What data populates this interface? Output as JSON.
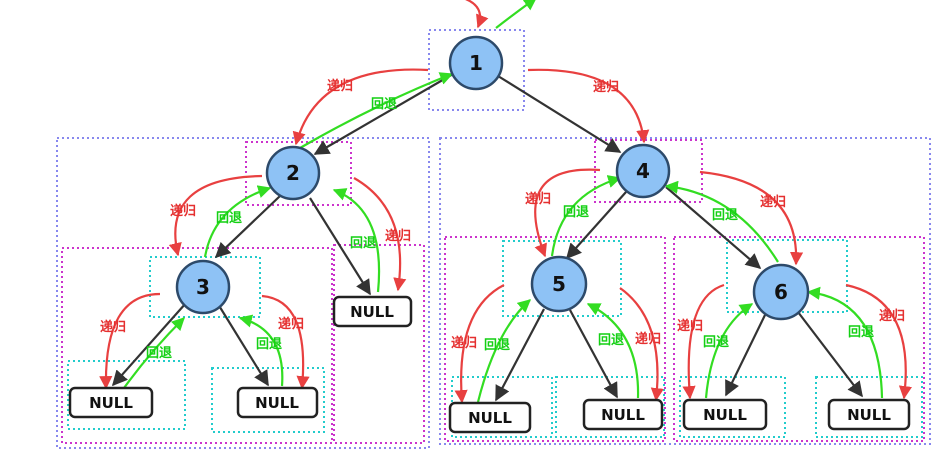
{
  "nodes": {
    "n1": "1",
    "n2": "2",
    "n3": "3",
    "n4": "4",
    "n5": "5",
    "n6": "6"
  },
  "null_label": "NULL",
  "labels": {
    "recurse": "递归",
    "backtrack": "回退"
  },
  "colors": {
    "node_fill": "#8ec2f5",
    "node_stroke": "#2d4a6a",
    "edge": "#333333",
    "recurse_arrow": "#e84040",
    "backtrack_arrow": "#33dd22",
    "box_blue": "#8888ee",
    "box_magenta": "#cc33cc",
    "box_cyan": "#22cccc"
  }
}
